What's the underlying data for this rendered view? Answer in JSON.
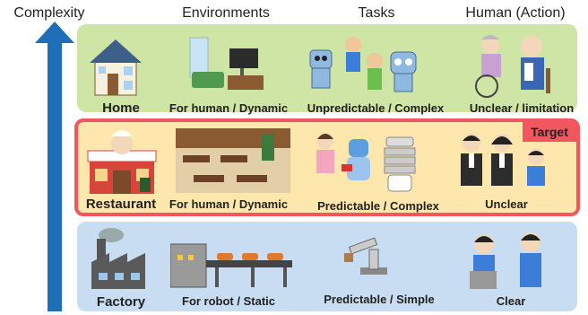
{
  "headers": {
    "complexity": "Complexity",
    "environments": "Environments",
    "tasks": "Tasks",
    "human": "Human (Action)"
  },
  "rows": {
    "home": {
      "name": "Home",
      "environment": "For human / Dynamic",
      "task": "Unpredictable / Complex",
      "human": "Unclear / limitation",
      "color": "#cfe5a6"
    },
    "restaurant": {
      "name": "Restaurant",
      "environment": "For human / Dynamic",
      "task": "Predictable / Complex",
      "human": "Unclear",
      "badge": "Target",
      "color": "#fde7ad",
      "border_color": "#f0575f"
    },
    "factory": {
      "name": "Factory",
      "environment": "For robot / Static",
      "task": "Predictable / Simple",
      "human": "Clear",
      "color": "#c8ddf1"
    }
  },
  "arrow_color": "#1f6fb8"
}
